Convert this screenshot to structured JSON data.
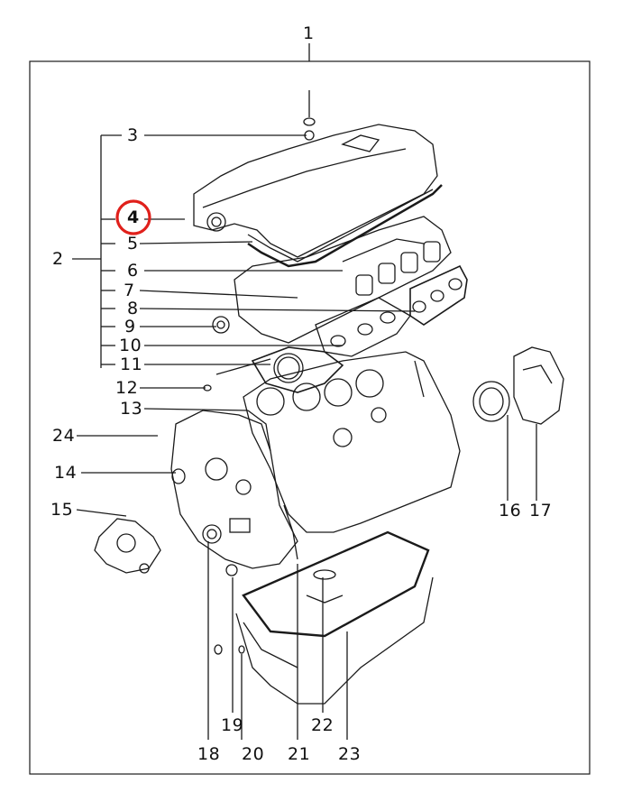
{
  "diagram": {
    "highlight_color": "#e0201b",
    "line_color": "#1a1a1a",
    "highlighted_callout": "4",
    "callouts": {
      "c1": "1",
      "c2": "2",
      "c3": "3",
      "c4": "4",
      "c5": "5",
      "c6": "6",
      "c7": "7",
      "c8": "8",
      "c9": "9",
      "c10": "10",
      "c11": "11",
      "c12": "12",
      "c13": "13",
      "c14": "14",
      "c15": "15",
      "c16": "16",
      "c17": "17",
      "c18": "18",
      "c19": "19",
      "c20": "20",
      "c21": "21",
      "c22": "22",
      "c23": "23",
      "c24": "24"
    }
  }
}
